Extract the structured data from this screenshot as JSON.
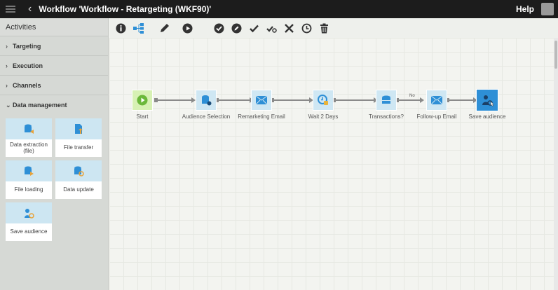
{
  "header": {
    "title": "Workflow 'Workflow - Retargeting (WKF90)'",
    "help": "Help"
  },
  "sidebar": {
    "title": "Activities",
    "categories": [
      {
        "label": "Targeting",
        "expanded": false
      },
      {
        "label": "Execution",
        "expanded": false
      },
      {
        "label": "Channels",
        "expanded": false
      },
      {
        "label": "Data management",
        "expanded": true
      }
    ],
    "tiles": [
      {
        "label": "Data extraction (file)",
        "icon": "database-export-icon"
      },
      {
        "label": "File transfer",
        "icon": "file-upload-icon"
      },
      {
        "label": "File loading",
        "icon": "database-import-icon"
      },
      {
        "label": "Data update",
        "icon": "database-refresh-icon"
      },
      {
        "label": "Save audience",
        "icon": "save-audience-icon"
      }
    ]
  },
  "toolbar": [
    "info-icon",
    "tree-icon",
    "edit-icon",
    "play-icon",
    "check-circle-icon",
    "edit-circle-icon",
    "check-icon",
    "check-refresh-icon",
    "close-icon",
    "clock-icon",
    "trash-icon"
  ],
  "workflow": {
    "nodes": [
      {
        "label": "Start",
        "type": "start"
      },
      {
        "label": "Audience Selection",
        "type": "query"
      },
      {
        "label": "Remarketing Email",
        "type": "email"
      },
      {
        "label": "Wait 2 Days",
        "type": "wait"
      },
      {
        "label": "Transactions?",
        "type": "query"
      },
      {
        "label": "Follow-up Email",
        "type": "email"
      },
      {
        "label": "Save audience",
        "type": "save"
      }
    ],
    "transition_label": "No"
  },
  "colors": {
    "accent": "#2e8fd6",
    "topbar": "#1c1c1c",
    "node": "#cfe7f3",
    "start": "#d7f1b4"
  }
}
